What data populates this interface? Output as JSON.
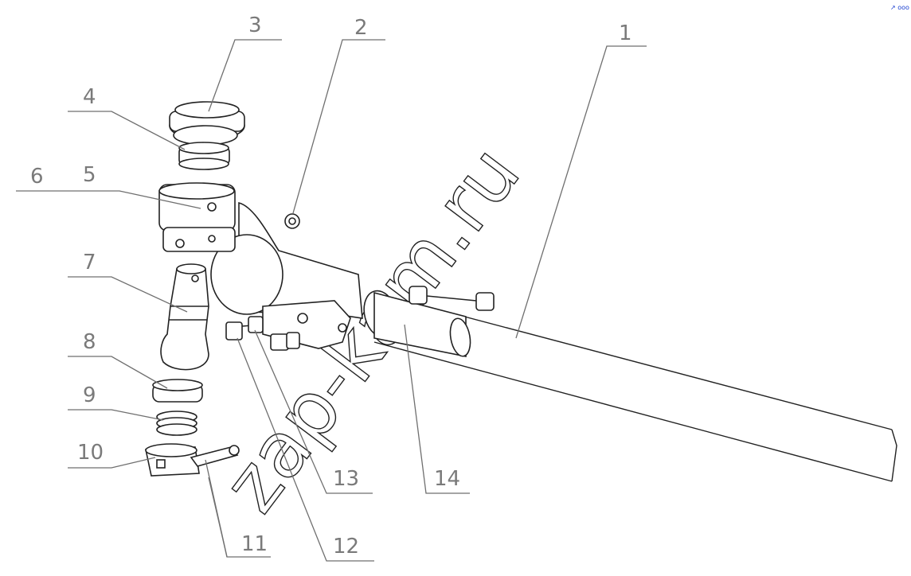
{
  "callouts": {
    "n1": "1",
    "n2": "2",
    "n3": "3",
    "n4": "4",
    "n5": "5",
    "n6": "6",
    "n7": "7",
    "n8": "8",
    "n9": "9",
    "n10": "10",
    "n11": "11",
    "n12": "12",
    "n13": "13",
    "n14": "14"
  },
  "watermark": "zap-kam.ru",
  "corner_mark": "↗ ooo"
}
